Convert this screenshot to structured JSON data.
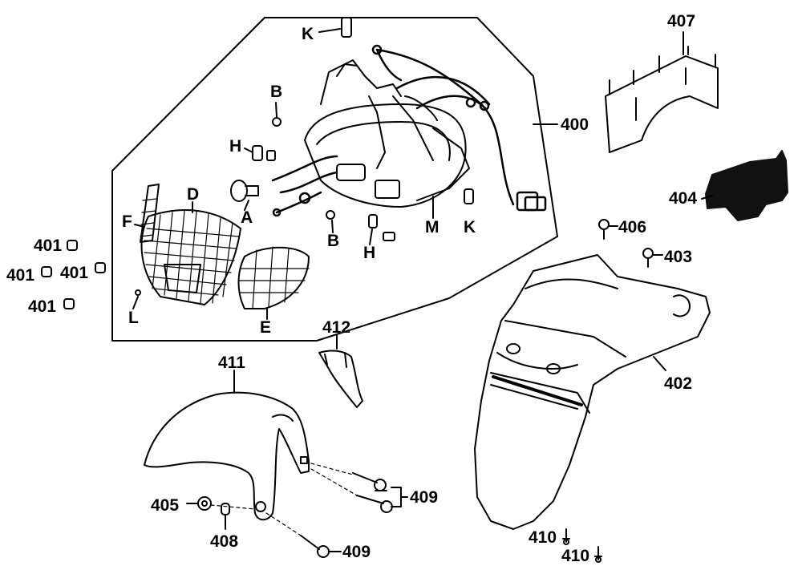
{
  "labels": {
    "K_top": "K",
    "B_top": "B",
    "H_left": "H",
    "D": "D",
    "F": "F",
    "A": "A",
    "B_bottom": "B",
    "H_bottom": "H",
    "M": "M",
    "K_right": "K",
    "L": "L",
    "E": "E",
    "p400": "400",
    "p401_a": "401",
    "p401_b": "401",
    "p401_c": "401",
    "p401_d": "401",
    "p402": "402",
    "p403": "403",
    "p404": "404",
    "p405": "405",
    "p406": "406",
    "p407": "407",
    "p408": "408",
    "p409_a": "409",
    "p409_b": "409",
    "p410_a": "410",
    "p410_b": "410",
    "p411": "411",
    "p412": "412"
  }
}
